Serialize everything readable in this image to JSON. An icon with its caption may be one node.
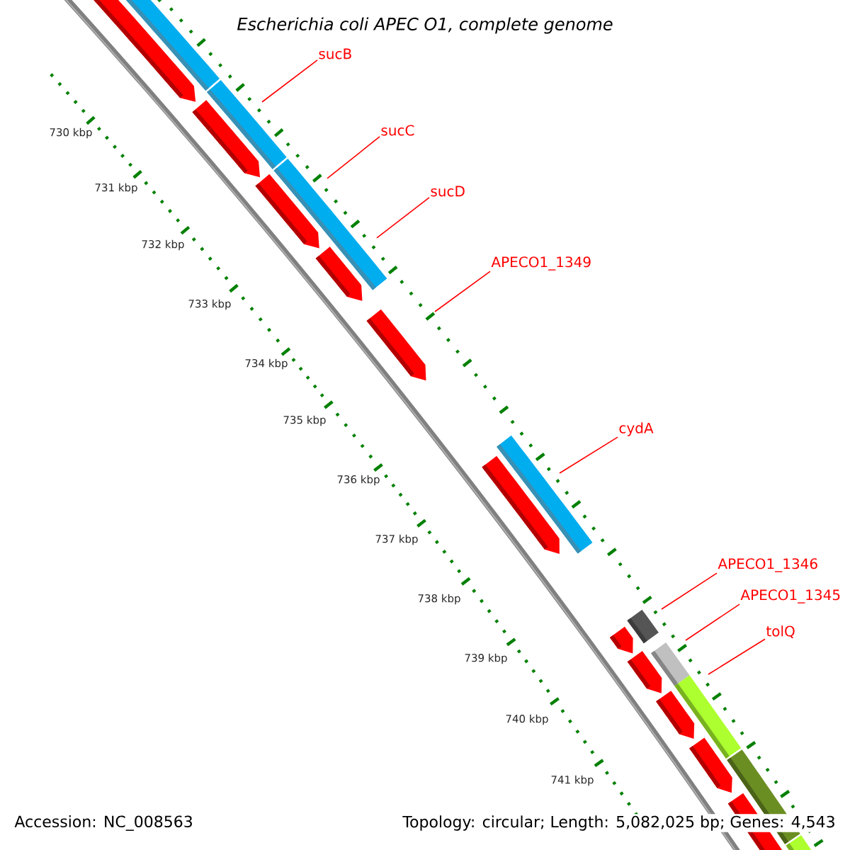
{
  "diagram": {
    "title": "Escherichia coli APEC O1, complete genome",
    "nodes": [
      {
        "text": [
          "sucB"
        ]
      },
      {
        "text": [
          "sucC"
        ]
      },
      {
        "text": [
          "sucD"
        ]
      },
      {
        "text": [
          "APECO1_1349"
        ]
      },
      {
        "text": [
          "cydA"
        ]
      },
      {
        "text": [
          "APECO1_1346"
        ]
      },
      {
        "text": [
          "APECO1_1345"
        ]
      },
      {
        "text": [
          "tolQ"
        ]
      }
    ],
    "edges": [
      {
        "from": 0,
        "to": null,
        "arrow": "none"
      },
      {
        "from": 1,
        "to": null,
        "arrow": "none"
      },
      {
        "from": 2,
        "to": null,
        "arrow": "none"
      },
      {
        "from": 3,
        "to": null,
        "arrow": "none"
      },
      {
        "from": 4,
        "to": null,
        "arrow": "none"
      },
      {
        "from": 5,
        "to": null,
        "arrow": "none"
      },
      {
        "from": 6,
        "to": null,
        "arrow": "none"
      },
      {
        "from": 7,
        "to": null,
        "arrow": "none"
      }
    ],
    "labels": [
      "730 kbp",
      "731 kbp",
      "732 kbp",
      "733 kbp",
      "734 kbp",
      "735 kbp",
      "736 kbp",
      "737 kbp",
      "738 kbp",
      "739 kbp",
      "740 kbp",
      "741 kbp",
      "Accession: NC_008563",
      "Topology: circular; Length: 5,082,025 bp; Genes: 4,543"
    ]
  }
}
